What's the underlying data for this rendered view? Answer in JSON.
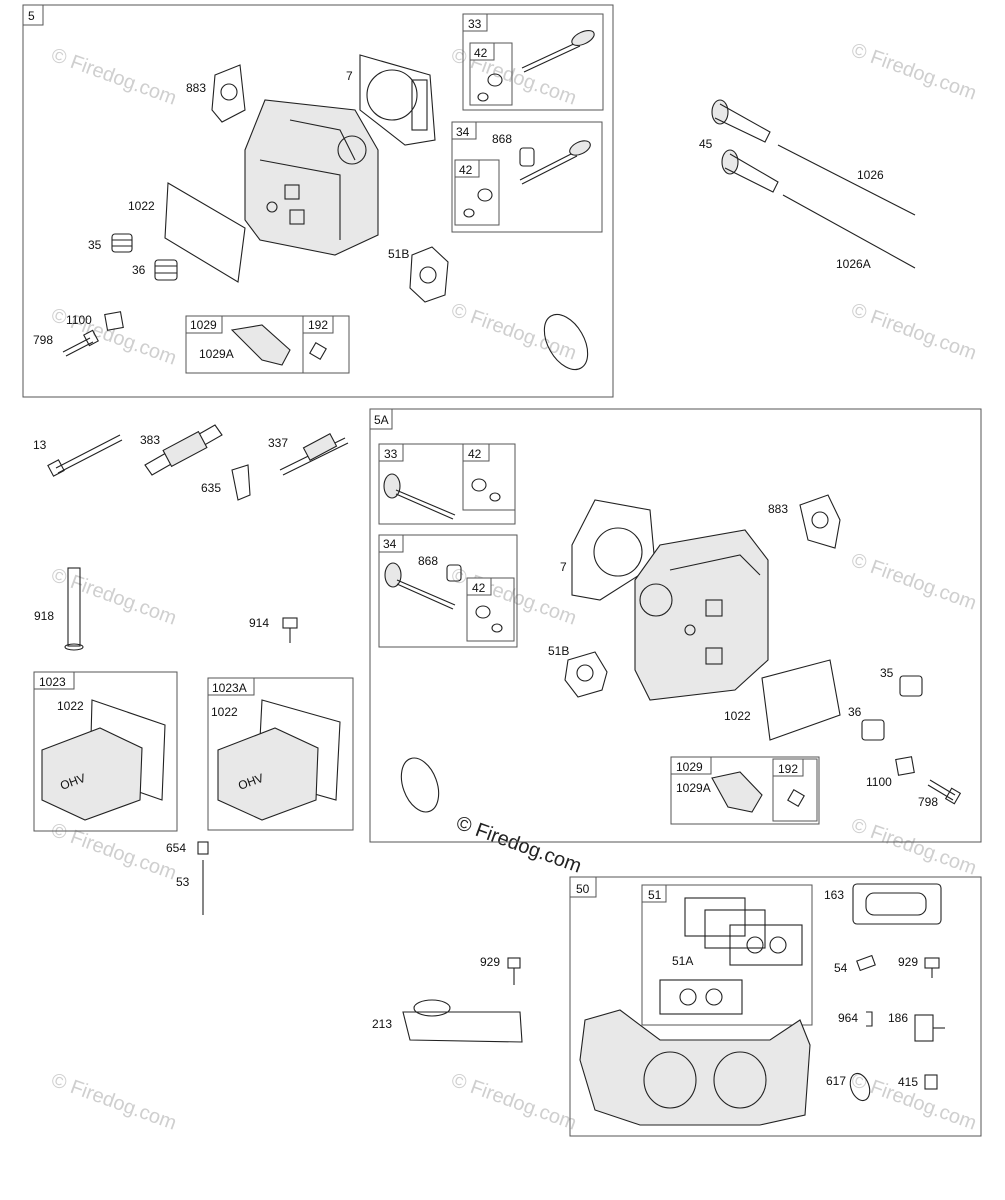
{
  "watermark": {
    "text": "© Firedog.com",
    "main_text": "© Firedog.com"
  },
  "sections": {
    "s5": "5",
    "s5a": "5A",
    "s50": "50"
  },
  "labels": {
    "l883": "883",
    "l7": "7",
    "l33": "33",
    "l42": "42",
    "l34": "34",
    "l868": "868",
    "l45": "45",
    "l1026": "1026",
    "l1026a": "1026A",
    "l1022": "1022",
    "l35": "35",
    "l36": "36",
    "l51b": "51B",
    "l1100": "1100",
    "l798": "798",
    "l1029": "1029",
    "l1029a": "1029A",
    "l192": "192",
    "l13": "13",
    "l383": "383",
    "l337": "337",
    "l635": "635",
    "l918": "918",
    "l914": "914",
    "l1023": "1023",
    "l1023a": "1023A",
    "l654": "654",
    "l53": "53",
    "l929": "929",
    "l213": "213",
    "l51": "51",
    "l51a": "51A",
    "l163": "163",
    "l54": "54",
    "l964": "964",
    "l186": "186",
    "l617": "617",
    "l415": "415",
    "ohv": "OHV"
  }
}
